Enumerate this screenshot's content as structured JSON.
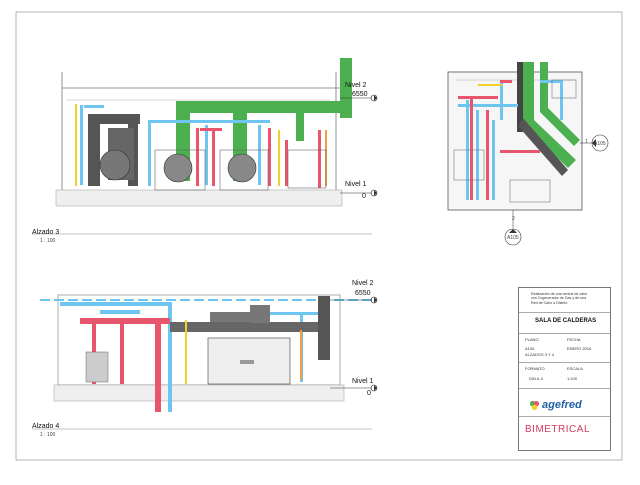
{
  "elevation_top": {
    "name": "Alzado 3",
    "scale": "1 : 100",
    "level_2": {
      "name": "Nivel 2",
      "value": "6550"
    },
    "level_1": {
      "name": "Nivel 1",
      "value": "0"
    }
  },
  "elevation_bottom": {
    "name": "Alzado 4",
    "scale": "1 : 100",
    "level_2": {
      "name": "Nivel 2",
      "value": "6550"
    },
    "level_1": {
      "name": "Nivel 1",
      "value": "0"
    }
  },
  "plan_view": {
    "marker_right": {
      "number": "1",
      "sheet": "A105"
    },
    "marker_bottom": {
      "number": "2",
      "sheet": "A105"
    }
  },
  "title_block": {
    "description": "Realización de una central de calor con Cogenerador de Gas y de una Red de Calor a Distrito",
    "title": "SALA DE CALDERAS",
    "plano_label": "PLANO",
    "plano_number": "A106",
    "plano_name": "ALZADOS 3 Y 4",
    "fecha_label": "FECHA",
    "fecha_value": "ENERO 2016",
    "formato_label": "FORMATO",
    "formato_value": "DIN A-3",
    "escala_label": "ESCALA",
    "escala_value": "1:100",
    "logo_agefred": "agefred",
    "logo_bimetrical": "BIMETRICAL"
  },
  "colors": {
    "duct_green": "#4caf50",
    "pipe_blue": "#6ec6f0",
    "pipe_red": "#e8566e",
    "pipe_yellow": "#f2d028",
    "pipe_orange": "#f0a040",
    "equipment_grey": "#555555"
  }
}
